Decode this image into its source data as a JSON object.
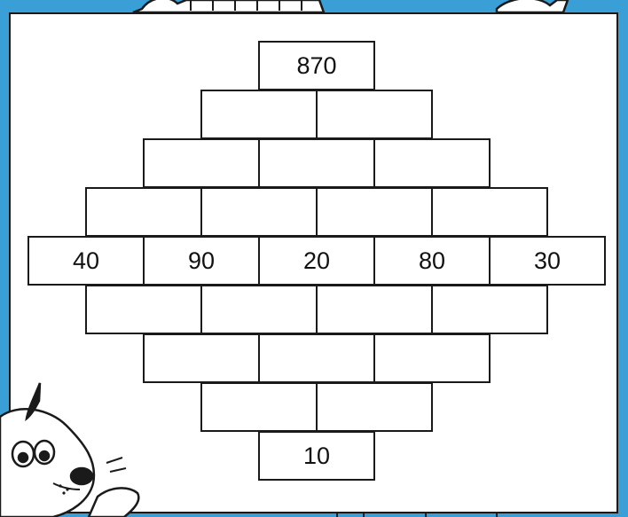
{
  "pyramid": {
    "rows": [
      [
        "870"
      ],
      [
        "",
        ""
      ],
      [
        "",
        "",
        ""
      ],
      [
        "",
        "",
        "",
        ""
      ],
      [
        "40",
        "90",
        "20",
        "80",
        "30"
      ],
      [
        "",
        "",
        "",
        ""
      ],
      [
        "",
        "",
        ""
      ],
      [
        "",
        ""
      ],
      [
        "10"
      ]
    ]
  },
  "colors": {
    "background": "#3a9fd6",
    "board": "#ffffff",
    "ink": "#1a1a1a"
  },
  "icons": [
    "dog-character-icon",
    "hands-holding-board-icon"
  ]
}
